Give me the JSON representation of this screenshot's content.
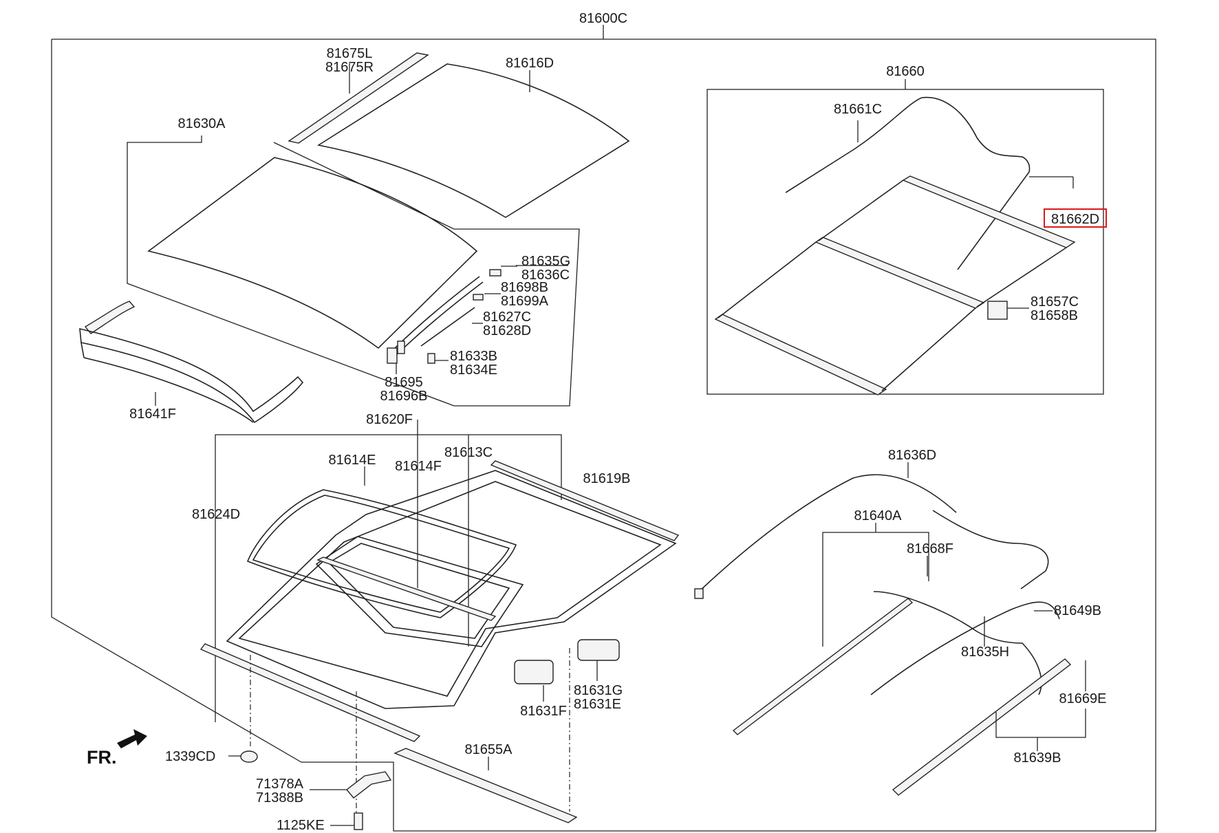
{
  "diagram": {
    "title": "81600C",
    "fr_label": "FR.",
    "highlight_color": "#d91a1a",
    "parts": {
      "p81675": [
        "81675L",
        "81675R"
      ],
      "p81616D": "81616D",
      "p81630A": "81630A",
      "p81635G": [
        "81635G",
        "81636C"
      ],
      "p81698B": [
        "81698B",
        "81699A"
      ],
      "p81627C": [
        "81627C",
        "81628D"
      ],
      "p81633B": [
        "81633B",
        "81634E"
      ],
      "p81695": [
        "81695",
        "81696B"
      ],
      "p81641F": "81641F",
      "p81660": "81660",
      "p81661C": "81661C",
      "p81662D": "81662D",
      "p81657C": [
        "81657C",
        "81658B"
      ],
      "p81620F": "81620F",
      "p81614E": "81614E",
      "p81614F": "81614F",
      "p81613C": "81613C",
      "p81619B": "81619B",
      "p81624D": "81624D",
      "p81631G": [
        "81631G",
        "81631E"
      ],
      "p81631F": "81631F",
      "p81655A": "81655A",
      "p1339CD": "1339CD",
      "p71378A": [
        "71378A",
        "71388B"
      ],
      "p1125KE": "1125KE",
      "p81636D": "81636D",
      "p81640A": "81640A",
      "p81668F": "81668F",
      "p81649B": "81649B",
      "p81635H": "81635H",
      "p81669E": "81669E",
      "p81639B": "81639B"
    }
  }
}
